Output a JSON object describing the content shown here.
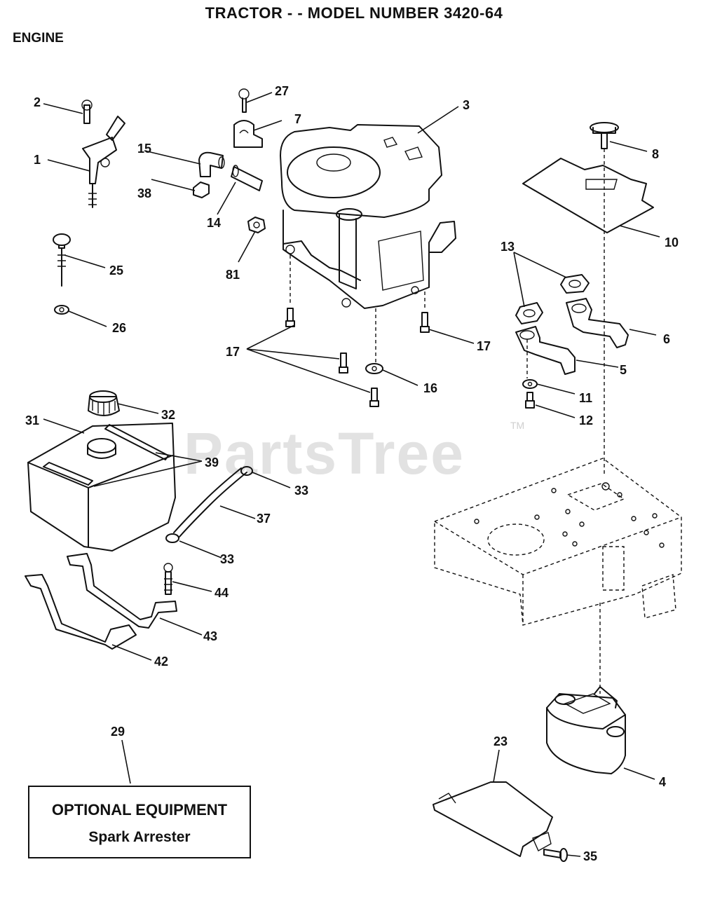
{
  "header": {
    "title": "TRACTOR - - MODEL NUMBER 3420-64",
    "section": "ENGINE"
  },
  "watermark": {
    "text": "PartsTree",
    "mark": "TM"
  },
  "callouts": [
    "1",
    "2",
    "3",
    "4",
    "5",
    "6",
    "7",
    "8",
    "10",
    "11",
    "12",
    "13",
    "14",
    "15",
    "16",
    "17",
    "17",
    "17",
    "23",
    "25",
    "26",
    "27",
    "29",
    "31",
    "32",
    "33",
    "33",
    "35",
    "37",
    "38",
    "39",
    "42",
    "43",
    "44",
    "81"
  ],
  "optional_equipment": {
    "title": "OPTIONAL EQUIPMENT",
    "item": "Spark Arrester"
  }
}
